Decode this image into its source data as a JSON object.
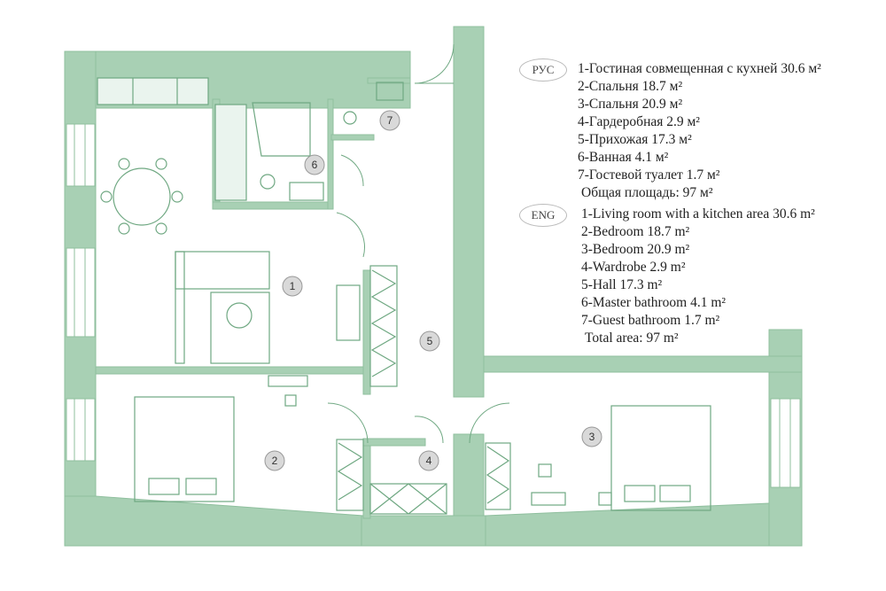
{
  "legend": {
    "ru": {
      "badge": "РУС",
      "rooms": [
        "1-Гостиная совмещенная с кухней 30.6 м²",
        "2-Спальня 18.7 м²",
        "3-Спальня 20.9 м²",
        "4-Гардеробная 2.9 м²",
        "5-Прихожая 17.3 м²",
        "6-Ванная 4.1 м²",
        "7-Гостевой туалет 1.7 м²"
      ],
      "total": "Общая площадь:  97 м²"
    },
    "en": {
      "badge": "ENG",
      "rooms": [
        "1-Living room with a kitchen area 30.6 m²",
        "2-Bedroom 18.7 m²",
        "3-Bedroom 20.9 m²",
        "4-Wardrobe 2.9 m²",
        "5-Hall 17.3 m²",
        "6-Master bathroom 4.1 m²",
        "7-Guest bathroom 1.7 m²"
      ],
      "total": "Total area: 97 m²"
    }
  },
  "room_markers": [
    "1",
    "2",
    "3",
    "4",
    "5",
    "6",
    "7"
  ],
  "colors": {
    "wall": "#a8d0b4",
    "wall_dark": "#8fbf9e",
    "furniture": "#6fa882",
    "marker_fill": "#d9d9d9",
    "text": "#222222"
  }
}
